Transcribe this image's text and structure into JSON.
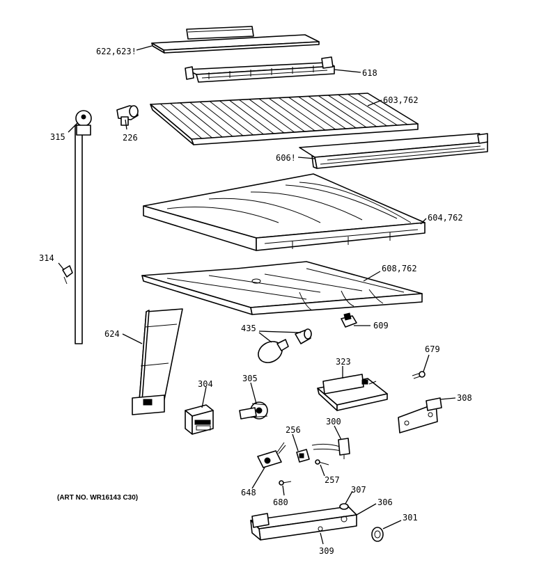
{
  "labels": {
    "l622": "622,623!",
    "l618": "618",
    "l603": "603,762",
    "l315": "315",
    "l226": "226",
    "l606": "606!",
    "l604": "604,762",
    "l314": "314",
    "l608": "608,762",
    "l624": "624",
    "l435": "435",
    "l609": "609",
    "l679": "679",
    "l323": "323",
    "l304": "304",
    "l305": "305",
    "l308": "308",
    "l256": "256",
    "l300": "300",
    "l648": "648",
    "l257": "257",
    "l680": "680",
    "l307": "307",
    "l306": "306",
    "l301": "301",
    "l309": "309"
  },
  "art_number": "(ART NO. WR16143 C30)"
}
